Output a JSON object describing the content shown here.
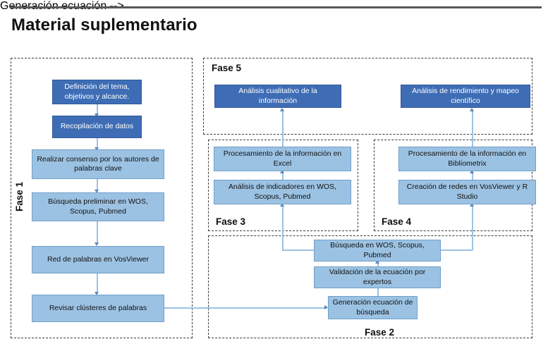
{
  "header": {
    "title": "Material suplementario"
  },
  "phases": [
    {
      "id": "fase1",
      "label": "Fase 1"
    },
    {
      "id": "fase2",
      "label": "Fase 2"
    },
    {
      "id": "fase3",
      "label": "Fase 3"
    },
    {
      "id": "fase4",
      "label": "Fase 4"
    },
    {
      "id": "fase5",
      "label": "Fase 5"
    }
  ],
  "nodes": {
    "definicion_tema": "Definición del tema, objetivos y alcance.",
    "recopilacion_datos": "Recopilación de datos",
    "consenso_autores": "Realizar consenso por los autores de palabras clave",
    "busqueda_preliminar": "Búsqueda preliminar en WOS, Scopus, Pubmed",
    "red_palabras": "Red de palabras en VosViewer",
    "revisar_clusteres": "Revisar clústeres de palabras",
    "generacion_ecuacion": "Generación ecuación de búsqueda",
    "validacion_ecuacion": "Validación de la ecuación por expertos",
    "busqueda_wos": "Búsqueda en WOS, Scopus, Pubmed",
    "analisis_indicadores": "Análisis de indicadores en WOS, Scopus, Pubmed",
    "procesamiento_excel": "Procesamiento de la información en Excel",
    "creacion_redes": "Creación de redes en VosViewer y R Studio",
    "procesamiento_bibliometrix": "Procesamiento de la información en Bibliometrix",
    "analisis_cualitativo": "Análisis cualitativo de la información",
    "analisis_rendimiento": "Análisis de rendimiento y mapeo científico"
  },
  "colors": {
    "box_dark": "#3E6DB5",
    "box_light": "#9CC2E3",
    "connector": "#9CC2E3",
    "arrow": "#5b86bd",
    "phase_border": "#3b3b3b",
    "title_rule": "#595959"
  }
}
